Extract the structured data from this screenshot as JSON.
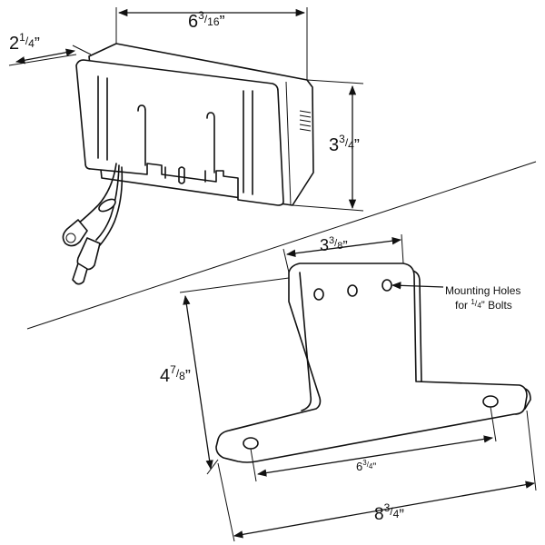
{
  "colors": {
    "line": "#111111",
    "background": "#ffffff"
  },
  "housing": {
    "width_whole": "6",
    "width_num": "3",
    "width_den": "16",
    "width_unit": "”",
    "depth_whole": "2",
    "depth_num": "1",
    "depth_den": "4",
    "depth_unit": "”",
    "height_whole": "3",
    "height_num": "3",
    "height_den": "4",
    "height_unit": "”"
  },
  "bracket": {
    "top_whole": "3",
    "top_num": "3",
    "top_den": "8",
    "top_unit": "”",
    "height_whole": "4",
    "height_num": "7",
    "height_den": "8",
    "height_unit": "”",
    "slot_whole": "6",
    "slot_num": "3",
    "slot_den": "4",
    "slot_unit": "”",
    "overall_whole": "8",
    "overall_num": "3",
    "overall_den": "4",
    "overall_unit": "”",
    "callout_line1": "Mounting Holes",
    "callout_line2_pre": "for ",
    "callout_num": "1",
    "callout_den": "4",
    "callout_line2_post": "” Bolts"
  }
}
